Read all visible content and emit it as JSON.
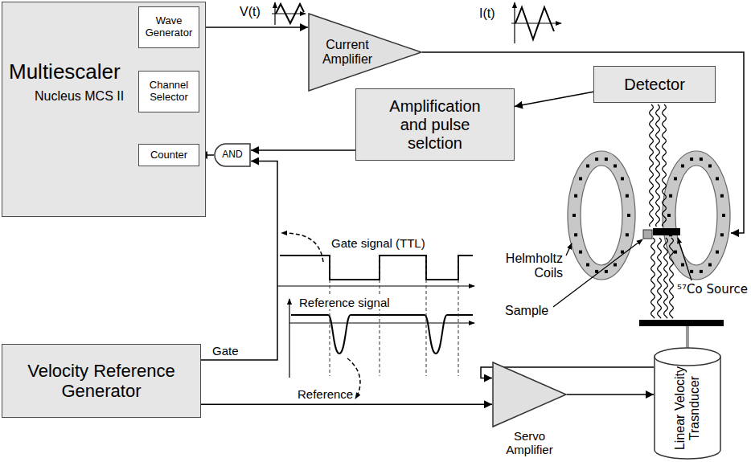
{
  "diagram": {
    "nodes": [
      {
        "text": [
          "Multiescaler",
          "Nucleus MCS II"
        ]
      },
      {
        "text": [
          "Wave Generator"
        ],
        "in": 0
      },
      {
        "text": [
          "Channel Selector"
        ],
        "in": 0
      },
      {
        "text": [
          "Counter"
        ],
        "in": 0
      },
      {
        "text": [
          "Current Amplifier"
        ]
      },
      {
        "text": [
          "Detector"
        ]
      },
      {
        "text": [
          "Amplification and pulse selction"
        ]
      },
      {
        "text": [
          "AND"
        ]
      },
      {
        "text": [
          "Velocity Reference Generator"
        ]
      },
      {
        "text": [
          "Servo Amplifier"
        ]
      },
      {
        "text": [
          "Linear Velocity Trasnducer"
        ]
      }
    ],
    "edges": [
      {
        "from": 1,
        "to": 4,
        "arrow": "to"
      },
      {
        "from": 1,
        "to": 2,
        "arrow": "to"
      },
      {
        "from": 5,
        "to": 6,
        "arrow": "to"
      },
      {
        "from": 6,
        "to": 7,
        "arrow": "to"
      },
      {
        "from": 7,
        "to": 3,
        "arrow": "to"
      },
      {
        "from": 8,
        "to": 7,
        "label": "Gate",
        "arrow": "to"
      },
      {
        "from": 8,
        "to": 9,
        "label": "Reference",
        "arrow": "to"
      },
      {
        "from": 10,
        "to": 9,
        "arrow": "to"
      },
      {
        "from": 9,
        "to": 10,
        "arrow": "to"
      }
    ],
    "labels": [
      "V(t)",
      "I(t)",
      "Helmholtz Coils",
      "Sample",
      "⁵⁷Co Source",
      "Gate signal (TTL)",
      "Reference signal"
    ]
  }
}
